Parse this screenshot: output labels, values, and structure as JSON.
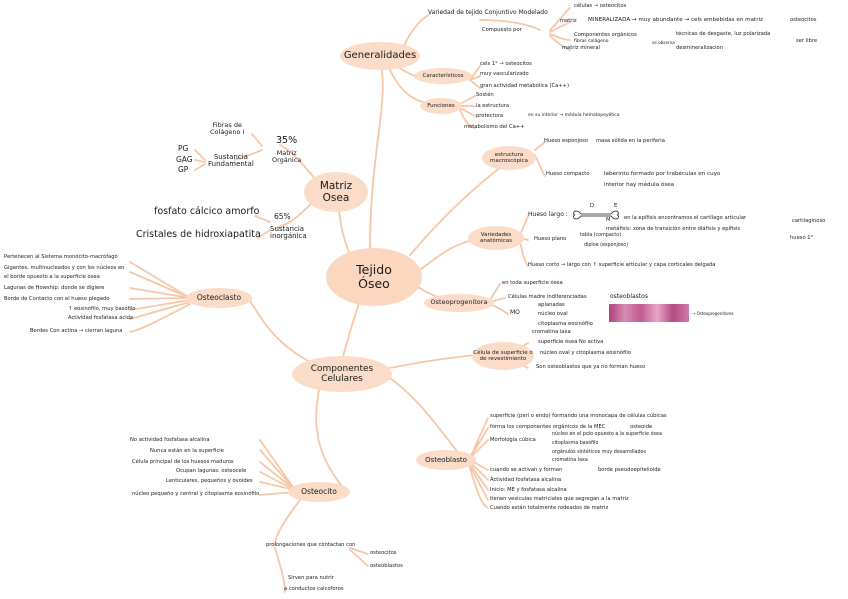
{
  "colors": {
    "branch": "#f6c7a8",
    "node_fill": "#fbdcc8",
    "text": "#1a1a1a"
  },
  "center": {
    "title": "Tejido\nÓseo"
  },
  "nodes": {
    "generalidades": "Generalidades",
    "matriz": "Matriz\nOsea",
    "componentes": "Componentes\nCelulares",
    "estructura": "estructura\nmacroscópica",
    "variedades": "Variedades\nanatómicas",
    "osteoprogenitora": "Osteoprogenitora",
    "revestimiento": "Célula de superficie o\nde revestimiento",
    "osteoclasto": "Osteoclasto",
    "osteoblasto": "Osteoblasto",
    "osteocito": "Osteocito",
    "caracteristicas": "Característicos",
    "funciones": "Funciones"
  },
  "generalidades": {
    "variedad": "Variedad de tejido Conjuntivo Modelado",
    "compuesto": "Compuesto por",
    "celulas": "células → osteocitos",
    "matriz_label": "matriz",
    "mineralizada": "MINERALIZADA → muy abundante → cels embebidas en matriz",
    "osteocitos_right": "osteocitos",
    "componentes_org": "Componentes orgánicos",
    "fibras_colageno": "fibras colágeno",
    "tecnicas": "técnicas de desgaste, luz polarizada",
    "matriz_mineral": "matriz mineral",
    "se_observa": "se observa",
    "desmineralizacion": "desmineralización",
    "ser_libre": "ser libre",
    "car_1": "cels 1° → osteocitos",
    "car_2": "muy vascularizado",
    "car_3": "gran actividad metabólica (Ca++)",
    "fun_1": "Sostén",
    "fun_2": "la estructura",
    "fun_3": "protectora",
    "fun_4": "en su interior → médula hematopoyética",
    "fun_5": "metabolismo del Ca++"
  },
  "matriz_osea": {
    "fibras": "Fibras de\nColágeno I",
    "pct_35": "35%",
    "matriz_organica": "Matriz\nOrgánica",
    "pg": "PG",
    "gag": "GAG",
    "gp": "GP",
    "sustancia_fund": "Sustancia\nFundamental",
    "fosfato": "fosfato cálcico amorfo",
    "pct_65": "65%",
    "cristales": "Cristales de hidroxiapatita",
    "sustancia_inorg": "Sustancia\ninorgánica"
  },
  "estructura": {
    "esponjoso": "Hueso esponjoso",
    "esponjoso_desc": "masa sólida en la periferia",
    "compacto": "Hueso compacto",
    "compacto_desc_1": "laberinto formado por trabéculas en cuyo",
    "compacto_desc_2": "interior hay médula ósea"
  },
  "variedades": {
    "largo": "Hueso largo :",
    "bone_labels": [
      "D",
      "E",
      "M"
    ],
    "largo_desc_1": "en la epífisis encontramos el cartílago articular",
    "largo_desc_2": "metáfisis: zona de transición entre diáfisis y epífisis",
    "cartilaginoso": "cartilaginoso",
    "hueso_1": "hueso 1°",
    "plano": "Hueso plano",
    "tabla": "tabla (compacto)",
    "diploe": "diploe (esponjoso)",
    "corto": "Hueso corto → largo con ↑ superficie articular y capa corticales delgada"
  },
  "osteoprogenitora": {
    "p1": "en toda superficie ósea",
    "p2": "Células madre indiferenciadas",
    "p3": "osteoblastos",
    "mo": "MO",
    "p4": "aplanadas",
    "p5": "núcleo oval",
    "p6": "citoplasma eosinófilo",
    "p7": "cromatina laxa",
    "histo_label": "→ Osteoprogenitores"
  },
  "revestimiento": {
    "r1": "superficie ósea No activa",
    "r2": "núcleo oval y citoplasma eosinófilo",
    "r3": "Son osteoblastos que ya no forman hueso"
  },
  "osteoclasto": {
    "c1": "Pertenecen al Sistema monocito-macrófago",
    "c2": "Gigantes, multinucleados y con los núcleos en",
    "c3": "el borde opuesto a la superficie ósea",
    "c4": "Lagunas de Howship: donde se digiere",
    "c5": "Borde de Contacto con el hueso plegado",
    "c6": "↑ eosinófilo, muy basófilo",
    "c7": "Actividad fosfatasa ácida",
    "c8": "Bordes Con actina → cierran laguna"
  },
  "osteoblasto": {
    "b1": "superficie (peri o endo) formando una monocapa de células cúbicas",
    "b2": "forma los componentes orgánicos de la MEC",
    "b3": "osteoide",
    "b4": "Morfología cúbica",
    "b5": "núcleo en el polo opuesto a la superficie ósea",
    "b6": "citoplasma basófilo",
    "b7": "orgánulos sintéticos muy desarrollados",
    "b8": "cromatina laxa",
    "b9": "cuando se activan y forman",
    "b10": "borde pseudoepitelioide",
    "b11": "Actividad fosfatasa alcalina",
    "b12": "Inicio: ME y fosfatasa alcalina",
    "b13": "tienen vesículas matriciales que segregan a la matriz",
    "b14": "Cuando están totalmente rodeados de matriz"
  },
  "osteocito": {
    "o1": "No actividad fosfatasa alcalina",
    "o2": "Nunca están en la superficie",
    "o3": "Célula principal de los huesos maduros",
    "o4": "Ocupan lagunas: osteocele",
    "o5": "Lenticulares, pequeños y ovoides",
    "o6": "núcleo pequeño y central y citoplasma eosinófilo",
    "o7": "prolongaciones que contactan con",
    "o8": "osteocitos",
    "o9": "osteoblastos",
    "o10": "Sirven para nutrir",
    "o11": "a conductos calcóforos"
  }
}
